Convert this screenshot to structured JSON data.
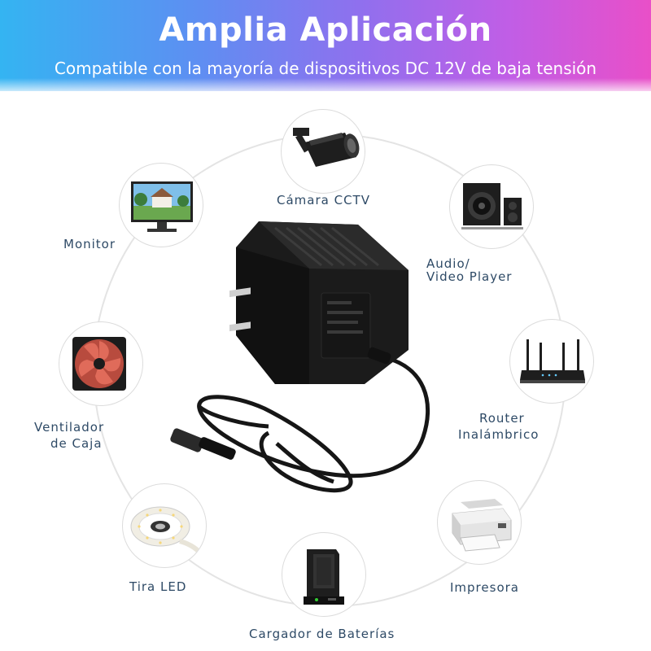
{
  "header": {
    "title": "Amplia Aplicación",
    "subtitle": "Compatible con la mayoría de dispositivos DC 12V  de baja tensión"
  },
  "devices": {
    "camera": {
      "label": "Cámara CCTV",
      "icon": "cctv-camera-icon"
    },
    "audio": {
      "line1": "Audio/",
      "line2": "Video Player",
      "icon": "speaker-icon"
    },
    "router": {
      "line1": "Router",
      "line2": "Inalámbrico",
      "icon": "wifi-router-icon"
    },
    "printer": {
      "label": "Impresora",
      "icon": "printer-icon"
    },
    "charger": {
      "label": "Cargador de Baterías",
      "icon": "battery-charger-icon"
    },
    "led": {
      "label": "Tira LED",
      "icon": "led-strip-icon"
    },
    "fan": {
      "line1": "Ventilador",
      "line2": "de Caja",
      "icon": "case-fan-icon"
    },
    "monitor": {
      "label": "Monitor",
      "icon": "monitor-icon"
    }
  },
  "center": {
    "icon": "power-adapter-icon"
  },
  "colors": {
    "label": "#2e4a66",
    "ring": "#dcdcdc",
    "gradient_start": "#34b4f2",
    "gradient_end": "#e94fc8"
  }
}
